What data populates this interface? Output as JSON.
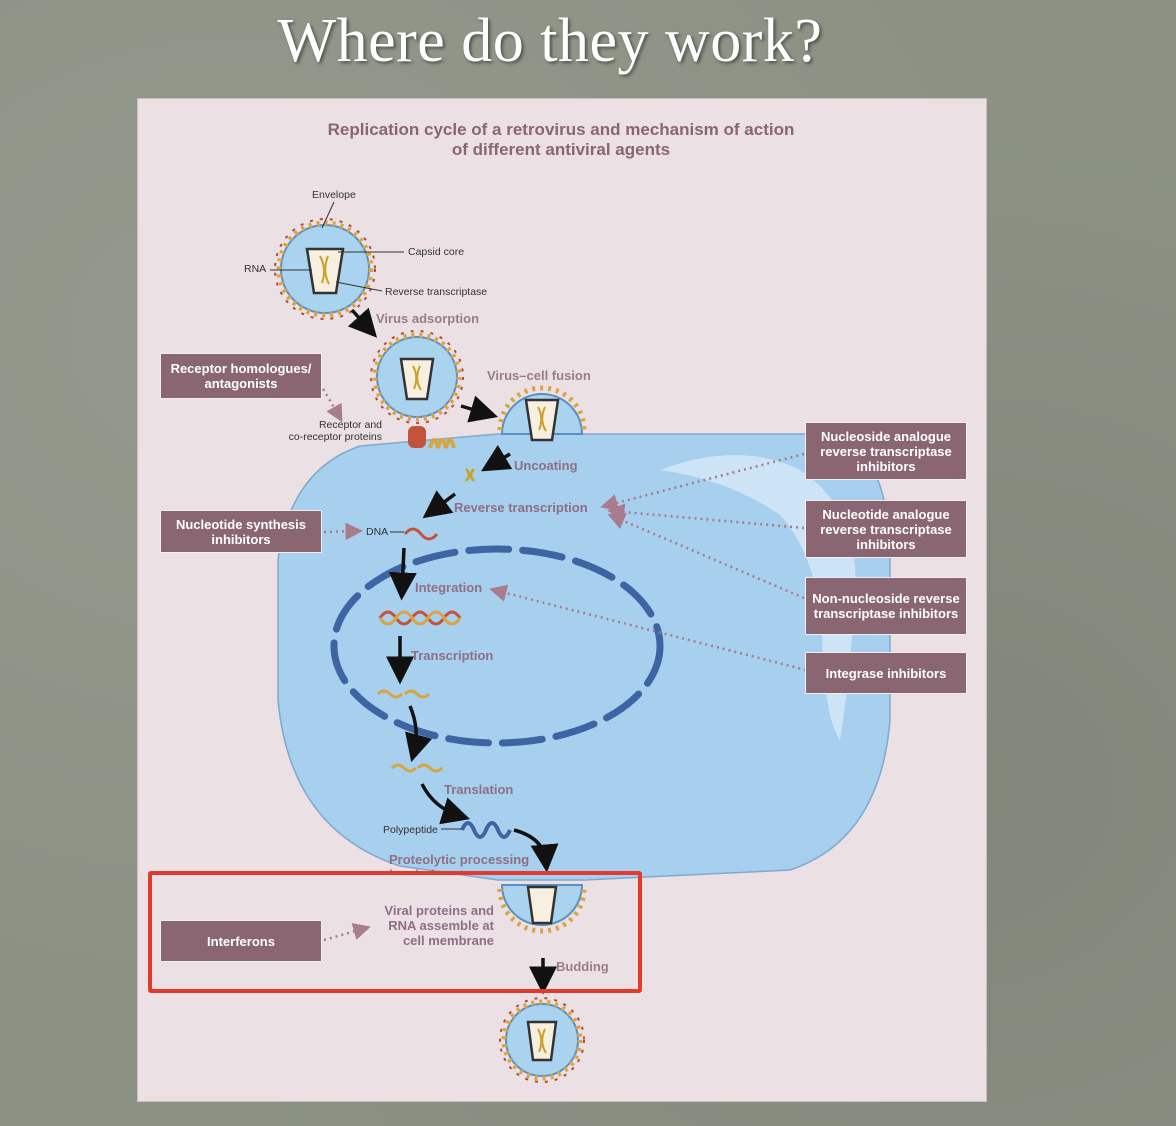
{
  "slide": {
    "title": "Where do they work?"
  },
  "diagram": {
    "title_line1": "Replication cycle of a retrovirus and mechanism of action",
    "title_line2": "of different antiviral agents",
    "virion_labels": {
      "envelope": "Envelope",
      "capsid_core": "Capsid core",
      "rna": "RNA",
      "reverse_transcriptase": "Reverse transcriptase"
    },
    "stages": {
      "virus_adsorption": "Virus adsorption",
      "virus_cell_fusion": "Virus–cell fusion",
      "uncoating": "Uncoating",
      "reverse_transcription": "Reverse transcription",
      "integration": "Integration",
      "transcription": "Transcription",
      "translation": "Translation",
      "proteolytic_processing": "Proteolytic processing",
      "proteolytic_processing_2": "by viral protease",
      "assembly_line1": "Viral proteins and",
      "assembly_line2": "RNA assemble at",
      "assembly_line3": "cell membrane",
      "budding": "Budding"
    },
    "small_labels": {
      "receptor_line1": "Receptor and",
      "receptor_line2": "co-receptor proteins",
      "dna": "DNA",
      "polypeptide": "Polypeptide"
    },
    "drug_classes": {
      "receptor_homologues_line1": "Receptor homologues/",
      "receptor_homologues_line2": "antagonists",
      "nucleotide_synthesis_line1": "Nucleotide synthesis",
      "nucleotide_synthesis_line2": "inhibitors",
      "interferons": "Interferons",
      "nrti_a_line1": "Nucleoside analogue",
      "nrti_a_line2": "reverse transcriptase",
      "nrti_a_line3": "inhibitors",
      "nrti_b_line1": "Nucleotide analogue",
      "nrti_b_line2": "reverse transcriptase",
      "nrti_b_line3": "inhibitors",
      "nnrti_line1": "Non-nucleoside reverse",
      "nnrti_line2": "transcriptase inhibitors",
      "integrase": "Integrase inhibitors"
    },
    "colors": {
      "panel_background": "#ebe1e4",
      "drug_box": "#8a6572",
      "cell": "#a7cfee",
      "nucleus_dashes": "#3f64a3",
      "highlight_border": "#e33a2f",
      "stage_text": "#9a7d89"
    }
  }
}
